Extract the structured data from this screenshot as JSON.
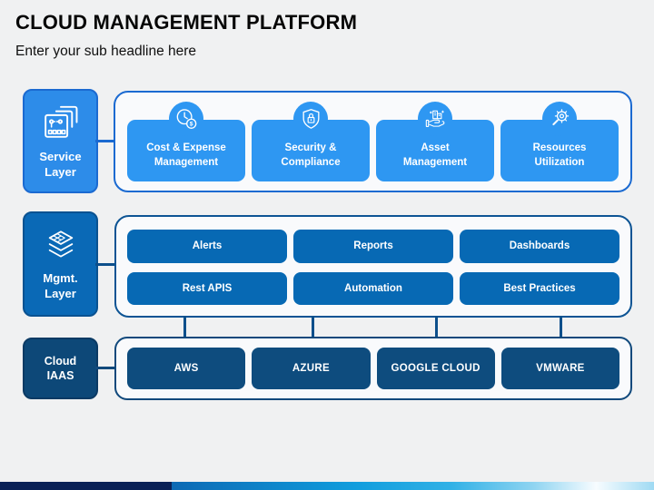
{
  "slide": {
    "title": "CLOUD MANAGEMENT PLATFORM",
    "subtitle": "Enter your sub headline here"
  },
  "service_layer": {
    "label": "Service Layer",
    "icon": "stacked-documents-icon",
    "items": [
      {
        "label": "Cost & Expense Management",
        "icon": "clock-dollar-icon"
      },
      {
        "label": "Security & Compliance",
        "icon": "shield-lock-icon"
      },
      {
        "label": "Asset Management",
        "icon": "hand-assets-icon"
      },
      {
        "label": "Resources Utilization",
        "icon": "gear-magnifier-icon"
      }
    ]
  },
  "mgmt_layer": {
    "label": "Mgmt. Layer",
    "icon": "stacked-layers-icon",
    "items": [
      {
        "label": "Alerts"
      },
      {
        "label": "Reports"
      },
      {
        "label": "Dashboards"
      },
      {
        "label": "Rest APIS"
      },
      {
        "label": "Automation"
      },
      {
        "label": "Best Practices"
      }
    ]
  },
  "cloud_iaas": {
    "label": "Cloud IAAS",
    "items": [
      {
        "label": "AWS"
      },
      {
        "label": "AZURE"
      },
      {
        "label": "GOOGLE CLOUD"
      },
      {
        "label": "VMWARE"
      }
    ]
  },
  "colors": {
    "service_bright_blue": "#2e97f2",
    "service_box_blue": "#2d8ce9",
    "service_border": "#1b6ad1",
    "mgmt_blue": "#0769b4",
    "mgmt_border": "#0d5494",
    "iaas_navy": "#0e4c7e",
    "iaas_border": "#11497c",
    "footer_navy": "#0a2157",
    "background": "#f0f1f2",
    "text_on_blue": "#ffffff"
  }
}
